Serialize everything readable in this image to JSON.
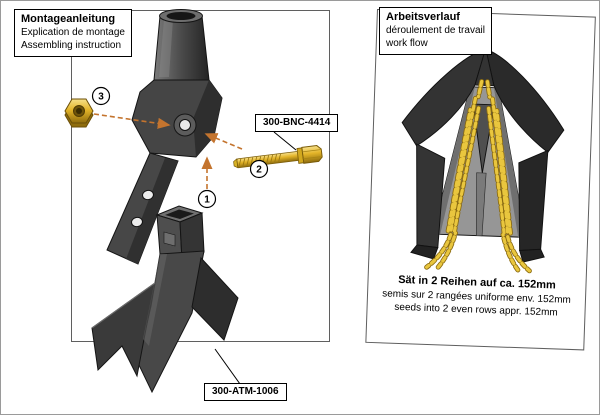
{
  "left_panel": {
    "title": {
      "de": "Montageanleitung",
      "fr": "Explication de montage",
      "en": "Assembling instruction"
    },
    "part_labels": {
      "bolt": "300-BNC-4414",
      "boot": "300-ATM-1006"
    },
    "steps": {
      "s1": "1",
      "s2": "2",
      "s3": "3"
    }
  },
  "right_panel": {
    "title": {
      "de": "Arbeitsverlauf",
      "fr": "déroulement de travail",
      "en": "work flow"
    },
    "caption": {
      "de": "Sät in 2 Reihen auf ca. 152mm",
      "fr": "semis sur 2 rangées uniforme env. 152mm",
      "en": "seeds into 2 even rows appr. 152mm"
    }
  },
  "colors": {
    "metal": "#474747",
    "metal_dark": "#2c2c2c",
    "brass": "#e3b428",
    "arrow_dashed": "#c4742e",
    "seed": "#e9c63e",
    "seed_outline": "#8a6a10"
  }
}
